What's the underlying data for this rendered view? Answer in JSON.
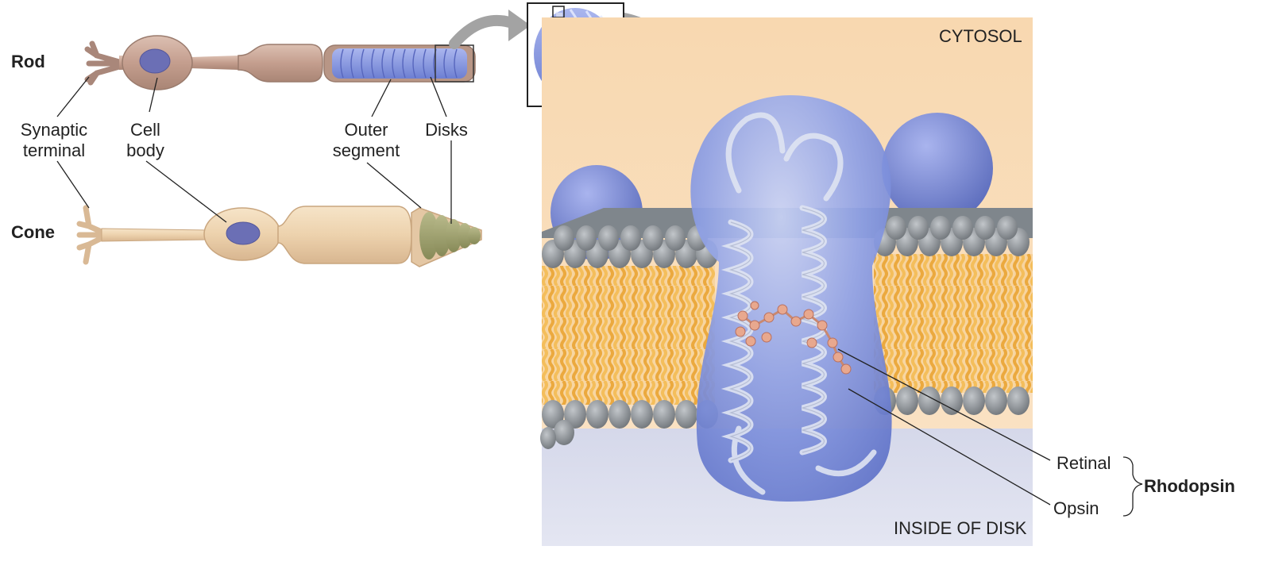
{
  "cells": {
    "rod_label": "Rod",
    "cone_label": "Cone",
    "synaptic_terminal": [
      "Synaptic",
      "terminal"
    ],
    "cell_body": [
      "Cell",
      "body"
    ],
    "outer_segment": [
      "Outer",
      "segment"
    ],
    "disks": "Disks"
  },
  "membrane": {
    "cytosol": "CYTOSOL",
    "inside_of_disk": "INSIDE OF DISK",
    "retinal": "Retinal",
    "opsin": "Opsin",
    "rhodopsin": "Rhodopsin"
  },
  "colors": {
    "cytosol_bg": "#f8dcb8",
    "disk_lumen_bg": "#d9dcec",
    "protein_blue": "#7f93e0",
    "lipid_head": "#8e9296",
    "lipid_tail": "#f3b64d",
    "rod_body": "#c9a89a",
    "cone_body": "#efd6b3",
    "cone_outer": "#9ea06c",
    "retinal_bead": "#e7a48a",
    "arrow_gray": "#a0a0a0"
  }
}
